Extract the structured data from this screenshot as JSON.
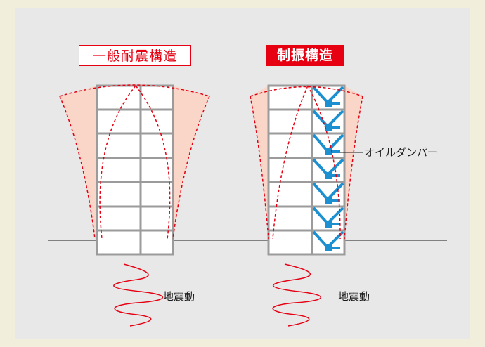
{
  "labels": {
    "conventional": "一般耐震構造",
    "damped": "制振構造",
    "oil_damper": "オイルダンパー",
    "ground_motion_left": "地震動",
    "ground_motion_right": "地震動"
  },
  "colors": {
    "panel_bg": "#e8e8e8",
    "page_bg": "#f1eedb",
    "frame": "#9b9b9b",
    "accent_red": "#e60012",
    "sway_fill": "#f9d6c8",
    "damper_blue": "#1b8fd0"
  }
}
